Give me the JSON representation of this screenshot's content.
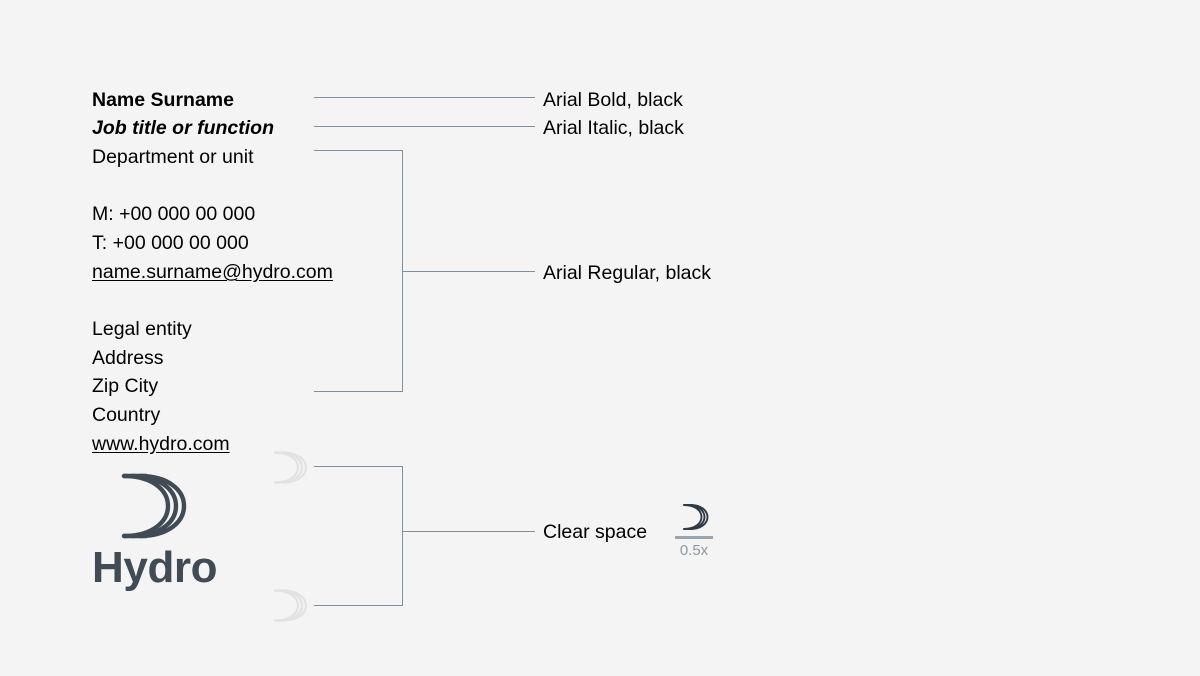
{
  "page": {
    "background_color": "#f4f4f4",
    "text_color": "#000000",
    "rule_color": "#7e8f9e",
    "brand_color": "#414b55",
    "ghost_color": "#e3e4e6",
    "measure_color": "#8d98a2"
  },
  "signature": {
    "name": "Name Surname",
    "job_title": "Job title or function",
    "department": "Department or unit",
    "mobile": "M: +00 000 00 000",
    "telephone": "T: +00 000 00 000",
    "email": "name.surname@hydro.com",
    "legal_entity": "Legal entity",
    "address": "Address",
    "zip_city": "Zip City",
    "country": "Country",
    "website": "www.hydro.com"
  },
  "logo": {
    "wordmark": "Hydro",
    "mark_name": "hydro-crescent-mark"
  },
  "annotations": [
    {
      "id": "bold",
      "label": "Arial Bold, black"
    },
    {
      "id": "italic",
      "label": "Arial Italic, black"
    },
    {
      "id": "regular",
      "label": "Arial Regular, black"
    },
    {
      "id": "clear",
      "label": "Clear space"
    }
  ],
  "measure": {
    "value": "0.5x"
  }
}
